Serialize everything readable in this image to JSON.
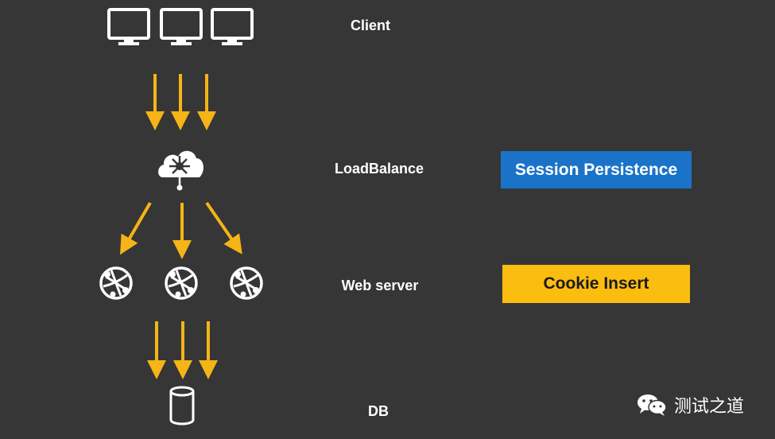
{
  "labels": {
    "client": "Client",
    "loadbalance": "LoadBalance",
    "webserver": "Web server",
    "db": "DB"
  },
  "badges": {
    "session": {
      "text": "Session Persistence",
      "bg": "#1a73c8",
      "fg": "#ffffff"
    },
    "cookie": {
      "text": "Cookie Insert",
      "bg": "#fbbd0f",
      "fg": "#1a1a1a"
    }
  },
  "watermark": {
    "text": "测试之道",
    "icon": "wechat-icon"
  },
  "colors": {
    "background": "#363636",
    "arrow": "#f5b417",
    "icon": "#ffffff"
  },
  "icons": {
    "client": "monitor-icon",
    "loadbalance": "cloud-balancer-icon",
    "webserver": "web-app-globe-icon",
    "db": "database-cylinder-icon"
  }
}
